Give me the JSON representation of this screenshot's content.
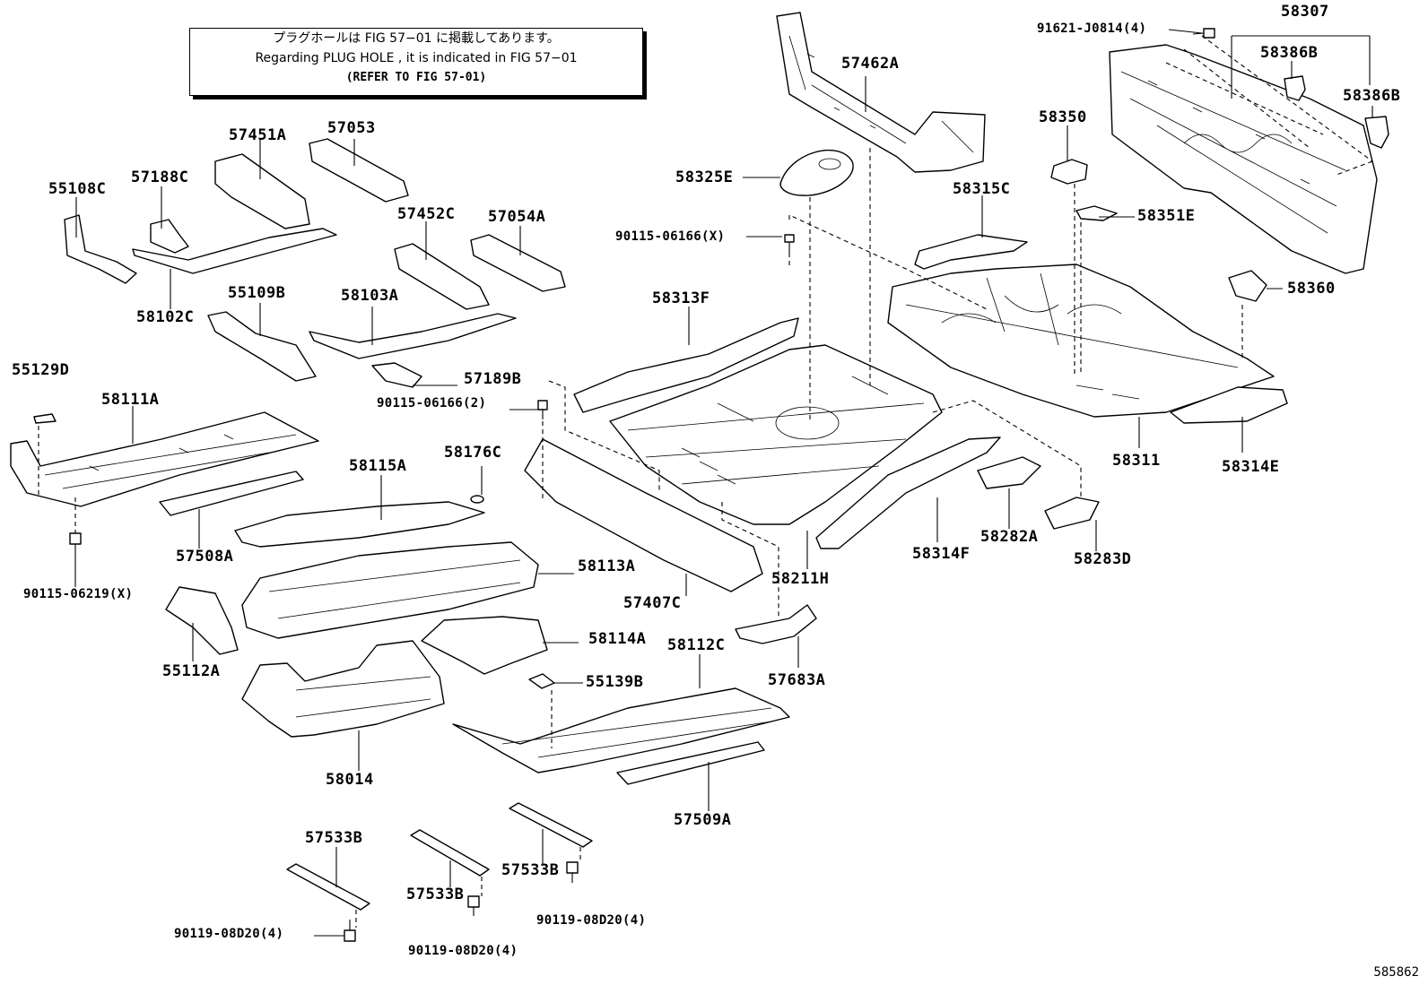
{
  "note": {
    "line1": "プラグホールは FIG  57−01 に掲載してあります。",
    "line2": "Regarding  PLUG  HOLE , it is indicated in  FIG  57−01",
    "line3": "(REFER  TO  FIG  57-01)"
  },
  "figure_number": "585862",
  "parts": [
    {
      "id": "p57462a",
      "label": "57462A"
    },
    {
      "id": "p58325e",
      "label": "58325E"
    },
    {
      "id": "p90115x_a",
      "label": "90115-06166(X)"
    },
    {
      "id": "p91621",
      "label": "91621-J0814(4)"
    },
    {
      "id": "p58307",
      "label": "58307"
    },
    {
      "id": "p58386b_1",
      "label": "58386B"
    },
    {
      "id": "p58386b_2",
      "label": "58386B"
    },
    {
      "id": "p58350",
      "label": "58350"
    },
    {
      "id": "p58315c",
      "label": "58315C"
    },
    {
      "id": "p58351e",
      "label": "58351E"
    },
    {
      "id": "p58360",
      "label": "58360"
    },
    {
      "id": "p58311",
      "label": "58311"
    },
    {
      "id": "p58314e",
      "label": "58314E"
    },
    {
      "id": "p57451a",
      "label": "57451A"
    },
    {
      "id": "p57053",
      "label": "57053"
    },
    {
      "id": "p55108c",
      "label": "55108C"
    },
    {
      "id": "p57188c",
      "label": "57188C"
    },
    {
      "id": "p58102c",
      "label": "58102C"
    },
    {
      "id": "p57452c",
      "label": "57452C"
    },
    {
      "id": "p57054a",
      "label": "57054A"
    },
    {
      "id": "p55109b",
      "label": "55109B"
    },
    {
      "id": "p58103a",
      "label": "58103A"
    },
    {
      "id": "p58313f",
      "label": "58313F"
    },
    {
      "id": "p57189b",
      "label": "57189B"
    },
    {
      "id": "p90115_2",
      "label": "90115-06166(2)"
    },
    {
      "id": "p55129d",
      "label": "55129D"
    },
    {
      "id": "p58111a",
      "label": "58111A"
    },
    {
      "id": "p58176c",
      "label": "58176C"
    },
    {
      "id": "p58115a",
      "label": "58115A"
    },
    {
      "id": "p57508a",
      "label": "57508A"
    },
    {
      "id": "p58113a",
      "label": "58113A"
    },
    {
      "id": "p57407c",
      "label": "57407C"
    },
    {
      "id": "p58211h",
      "label": "58211H"
    },
    {
      "id": "p58314f",
      "label": "58314F"
    },
    {
      "id": "p58282a",
      "label": "58282A"
    },
    {
      "id": "p58283d",
      "label": "58283D"
    },
    {
      "id": "p90115_x_b",
      "label": "90115-06219(X)"
    },
    {
      "id": "p55112a",
      "label": "55112A"
    },
    {
      "id": "p58114a",
      "label": "58114A"
    },
    {
      "id": "p58112c",
      "label": "58112C"
    },
    {
      "id": "p57683a",
      "label": "57683A"
    },
    {
      "id": "p55139b",
      "label": "55139B"
    },
    {
      "id": "p58014",
      "label": "58014"
    },
    {
      "id": "p57509a",
      "label": "57509A"
    },
    {
      "id": "p57533b_1",
      "label": "57533B"
    },
    {
      "id": "p57533b_2",
      "label": "57533B"
    },
    {
      "id": "p57533b_3",
      "label": "57533B"
    },
    {
      "id": "p90119_1",
      "label": "90119-08D20(4)"
    },
    {
      "id": "p90119_2",
      "label": "90119-08D20(4)"
    },
    {
      "id": "p90119_3",
      "label": "90119-08D20(4)"
    }
  ]
}
